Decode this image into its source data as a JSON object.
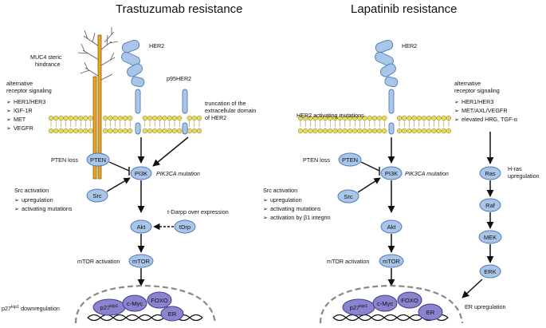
{
  "colors": {
    "node_fill": "#a9c6e9",
    "node_stroke": "#4f79b8",
    "nucleus_fill": "#8a83cd",
    "nucleus_stroke": "#3f3a8a",
    "membrane_fill": "#e8d85c",
    "membrane_stroke": "#8c7d1f",
    "muc4_fill": "#e7a526",
    "dna": "#111111",
    "nuclear_envelope": "#888888"
  },
  "left": {
    "title": "Trastuzumab resistance",
    "muc4_label": [
      "MUC4 steric",
      "hindrance"
    ],
    "her2_label": "HER2",
    "p95_label": "p95HER2",
    "alt_receptor": {
      "heading": [
        "alternative",
        "receptor signaling"
      ],
      "items": [
        "HER1/HER3",
        "IGF-1R",
        "MET",
        "VEGFR"
      ]
    },
    "truncation_label": [
      "truncation of the",
      "extracellular domain",
      "of HER2"
    ],
    "pten_loss": "PTEN loss",
    "src_activation": {
      "heading": "Src activation",
      "items": [
        "upregulation",
        "activating mutations"
      ]
    },
    "tdarpp_label": "t-Darpp over expression",
    "mtor_activation": "mTOR activation",
    "p27_downregulation": "p27kip1 downregulation",
    "nodes": {
      "pten": "PTEN",
      "pi3k": "PI3K",
      "pik3ca": "PIK3CA mutation",
      "src": "Src",
      "akt": "Akt",
      "tdrp": "tDrp",
      "mtor": "mTOR"
    },
    "nucleus": {
      "p27": "p27kip1",
      "cmyc": "c-Myc",
      "foxo": "FOXO",
      "er": "ER"
    }
  },
  "right": {
    "title": "Lapatinib resistance",
    "her2_label": "HER2",
    "her2_activating": "HER2 activating mutations",
    "alt_receptor": {
      "heading": [
        "alternative",
        "receptor signaling"
      ],
      "items": [
        "HER1/HER3",
        "MET/AXL/VEGFR",
        "elevated HRG, TGF-α"
      ]
    },
    "pten_loss": "PTEN loss",
    "src_activation": {
      "heading": "Src activation",
      "items": [
        "upregulation",
        "activating mutations",
        "activation by β1 integrin"
      ]
    },
    "hras_label": [
      "H-ras",
      "upregulation"
    ],
    "mtor_activation": "mTOR activation",
    "er_upregulation": "ER upregulation",
    "nodes": {
      "pten": "PTEN",
      "pi3k": "PI3K",
      "pik3ca": "PIK3CA mutation",
      "src": "Src",
      "akt": "Akt",
      "mtor": "mTOR",
      "ras": "Ras",
      "raf": "Raf",
      "mek": "MEK",
      "erk": "ERK"
    },
    "nucleus": {
      "p27": "p27kip1",
      "cmyc": "c-Myc",
      "foxo": "FOXO",
      "er": "ER"
    }
  }
}
